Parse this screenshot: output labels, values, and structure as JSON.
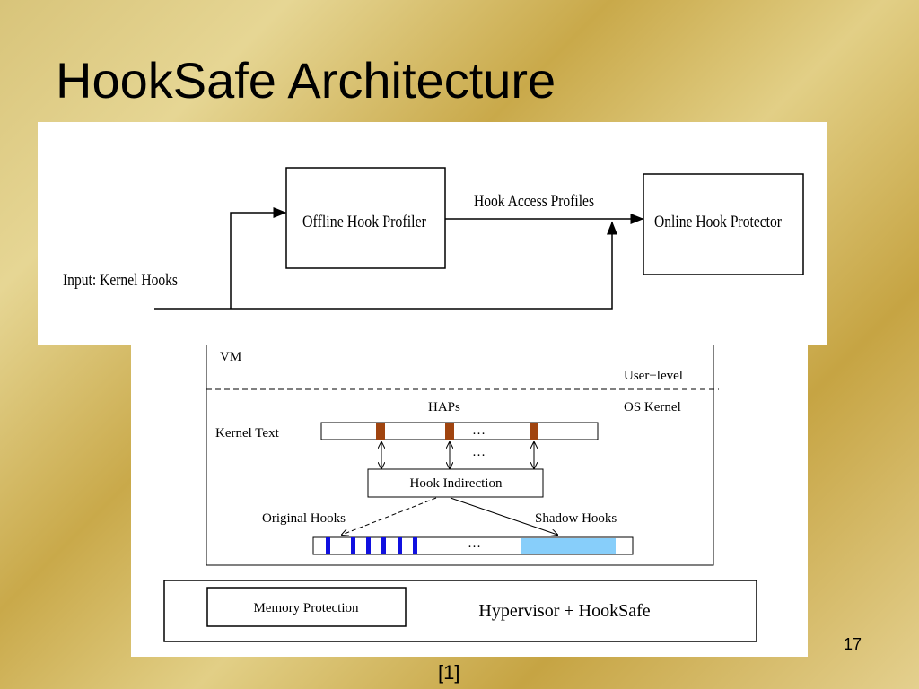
{
  "slide": {
    "title": "HookSafe Architecture",
    "slide_number": "17",
    "citation": "[1]"
  },
  "top_diagram": {
    "input_label": "Input: Kernel Hooks",
    "profiler_label": "Offline Hook Profiler",
    "profiles_label": "Hook Access Profiles",
    "protector_label": "Online Hook Protector"
  },
  "bottom_diagram": {
    "vm_label": "VM",
    "user_level_label": "User−level",
    "haps_label": "HAPs",
    "os_kernel_label": "OS Kernel",
    "kernel_text_label": "Kernel Text",
    "ellipsis_top": "…",
    "ellipsis_mid": "…",
    "ellipsis_bottom": "…",
    "hook_indirection_label": "Hook Indirection",
    "original_hooks_label": "Original Hooks",
    "shadow_hooks_label": "Shadow Hooks",
    "memory_protection_label": "Memory Protection",
    "hypervisor_label": "Hypervisor + HookSafe",
    "colors": {
      "hap_marker": "#a0440f",
      "original_hook": "#1010e0",
      "shadow_hooks_fill": "#87cefa"
    }
  }
}
